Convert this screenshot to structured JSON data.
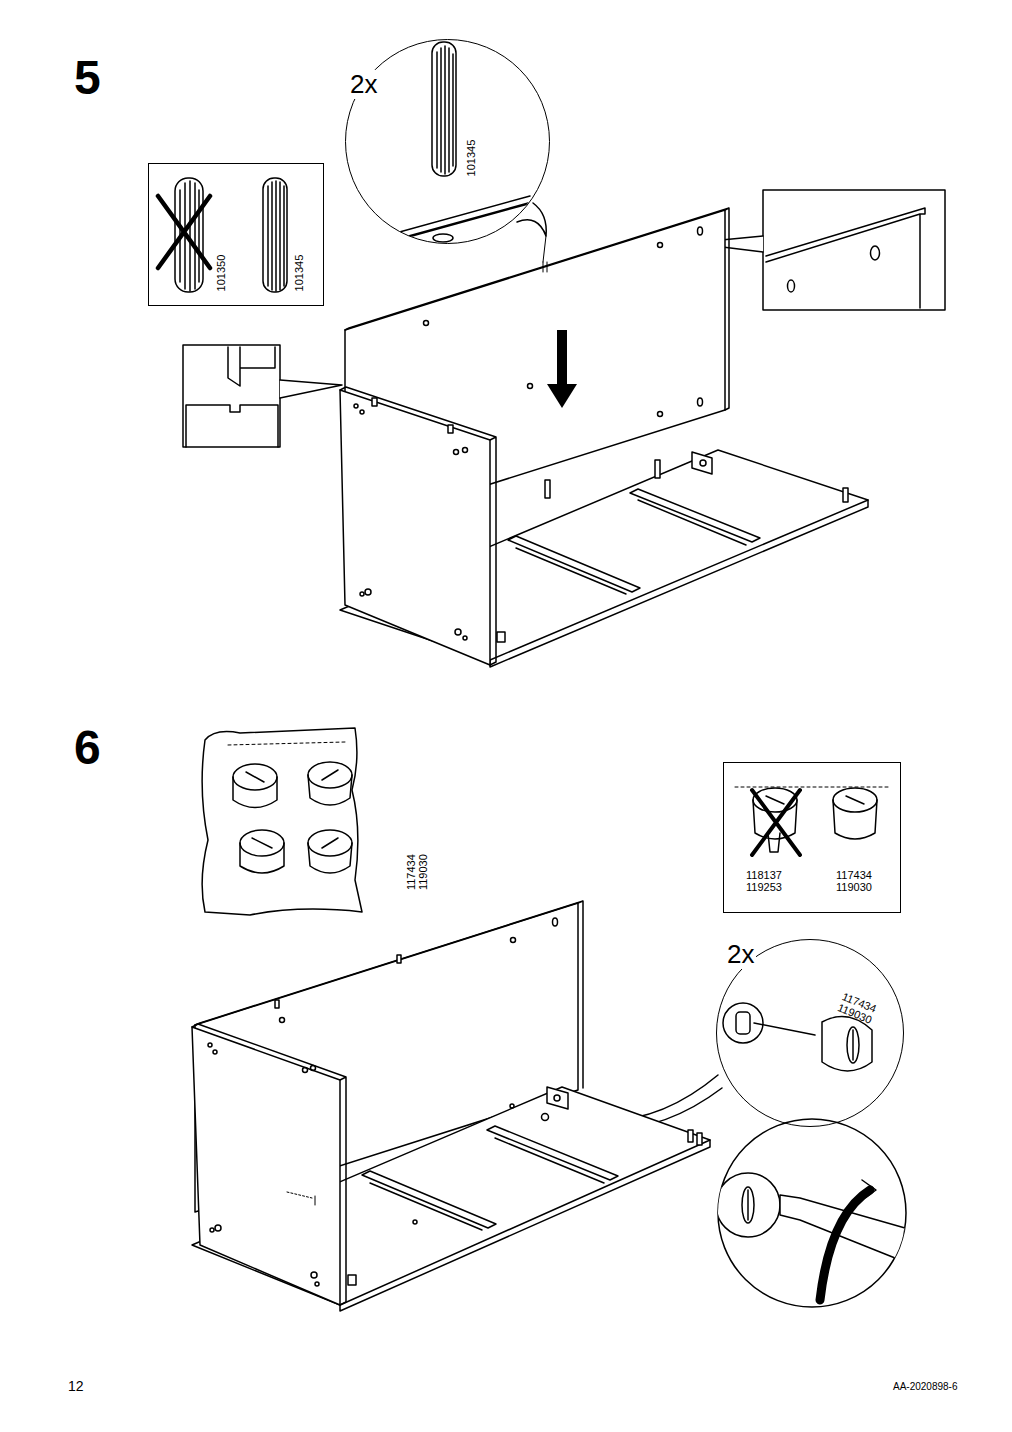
{
  "diagram": {
    "nodes": [
      {
        "text": [
          "2x",
          "101345"
        ]
      },
      {
        "text": [
          "101350",
          "101345"
        ]
      },
      {
        "text": [
          "118137 119253",
          "117434 119030"
        ]
      },
      {
        "text": [
          "2x",
          "117434 119030"
        ]
      }
    ],
    "labels": [
      "5",
      "6",
      "117434 119030",
      "12",
      "AA-2020898-6"
    ]
  }
}
